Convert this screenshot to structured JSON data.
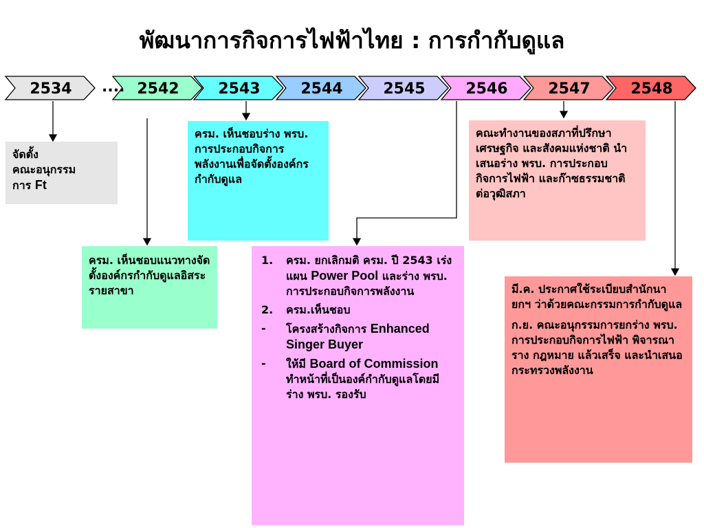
{
  "title": "พัฒนาการกิจการไฟฟ้าไทย : การกำกับดูแล",
  "timeline": {
    "ellipsis": "....",
    "years": [
      {
        "label": "2534",
        "color": "#e6e6e6"
      },
      {
        "label": "2542",
        "color": "#99ffcc"
      },
      {
        "label": "2543",
        "color": "#66ffff"
      },
      {
        "label": "2544",
        "color": "#99ccff"
      },
      {
        "label": "2545",
        "color": "#ccccff"
      },
      {
        "label": "2546",
        "color": "#ffaaff"
      },
      {
        "label": "2547",
        "color": "#ff9999"
      },
      {
        "label": "2548",
        "color": "#ff6666"
      }
    ]
  },
  "boxes": {
    "b2534": {
      "color": "#e6e6e6",
      "line1": "จัดตั้ง",
      "line2": "คณะอนุกรรม",
      "line3_a": "การ ",
      "line3_b": "Ft"
    },
    "b2542": {
      "color": "#99ffcc",
      "text": "ครม. เห็นชอบแนวทางจัดตั้งองค์กรกำกับดูแลอิสระรายสาขา"
    },
    "b2543": {
      "color": "#66ffff",
      "text": "ครม. เห็นชอบร่าง พรบ.  การประกอบกิจการพลังงานเพื่อจัดตั้งองค์กรกำกับดูแล"
    },
    "b2546": {
      "color": "#ffb3ff",
      "i1_mark": "1.",
      "i1_a": "ครม. ยกเลิกมติ ครม. ปี 2543 เร่งแผน ",
      "i1_b": "Power Pool",
      "i1_c": " และร่าง พรบ. การประกอบกิจการพลังงาน",
      "i2_mark": "2.",
      "i2_text": "ครม.เห็นชอบ",
      "i3_mark": "-",
      "i3_a": "โครงสร้างกิจการ ",
      "i3_b": "Enhanced Singer Buyer",
      "i4_mark": "-",
      "i4_a": "ให้มี ",
      "i4_b": "Board of Commission",
      "i4_c": " ทำหน้าที่เป็นองค์กำกับดูแลโดยมีร่าง พรบ. รองรับ"
    },
    "b2547": {
      "color": "#ffc4c4",
      "text": "คณะทำงานของสภาที่ปรึกษาเศรษฐกิจ และสังคมแห่งชาติ นำเสนอร่าง พรบ. การประกอบกิจการไฟฟ้า และก๊าซธรรมชาติ ต่อวุฒิสภา"
    },
    "b2548": {
      "color": "#ff9999",
      "p1": "มี.ค. ประกาศใช้ระเบียบสำนักนายกฯ ว่าด้วยคณะกรรมการกำกับดูแล",
      "p2": "ก.ย. คณะอนุกรรมการยกร่าง พรบ. การประกอบกิจการไฟฟ้า พิจารณาราง กฎหมาย แล้วเสร็จ และนำเสนอ กระทรวงพลังงาน"
    }
  }
}
